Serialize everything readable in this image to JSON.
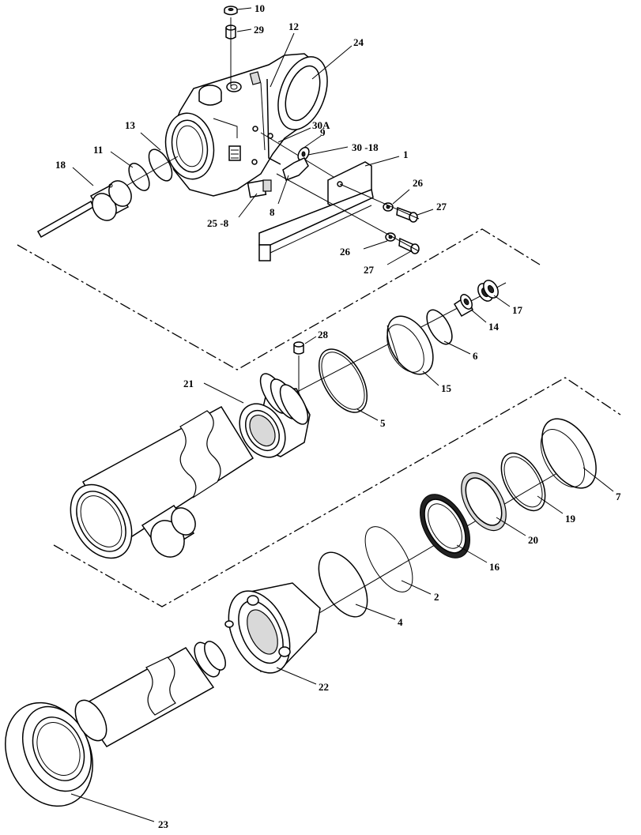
{
  "callouts": {
    "c1": "1",
    "c2": "2",
    "c4": "4",
    "c5": "5",
    "c6": "6",
    "c7": "7",
    "c8": "8",
    "c9": "9",
    "c10": "10",
    "c11": "11",
    "c12": "12",
    "c13": "13",
    "c14": "14",
    "c15": "15",
    "c16": "16",
    "c17": "17",
    "c18": "18",
    "c19": "19",
    "c20": "20",
    "c21": "21",
    "c22": "22",
    "c23": "23",
    "c24": "24",
    "c25": "25 -8",
    "c26a": "26",
    "c26b": "26",
    "c27a": "27",
    "c27b": "27",
    "c28": "28",
    "c29": "29",
    "c30": "30 -18",
    "c30a": "30A"
  }
}
